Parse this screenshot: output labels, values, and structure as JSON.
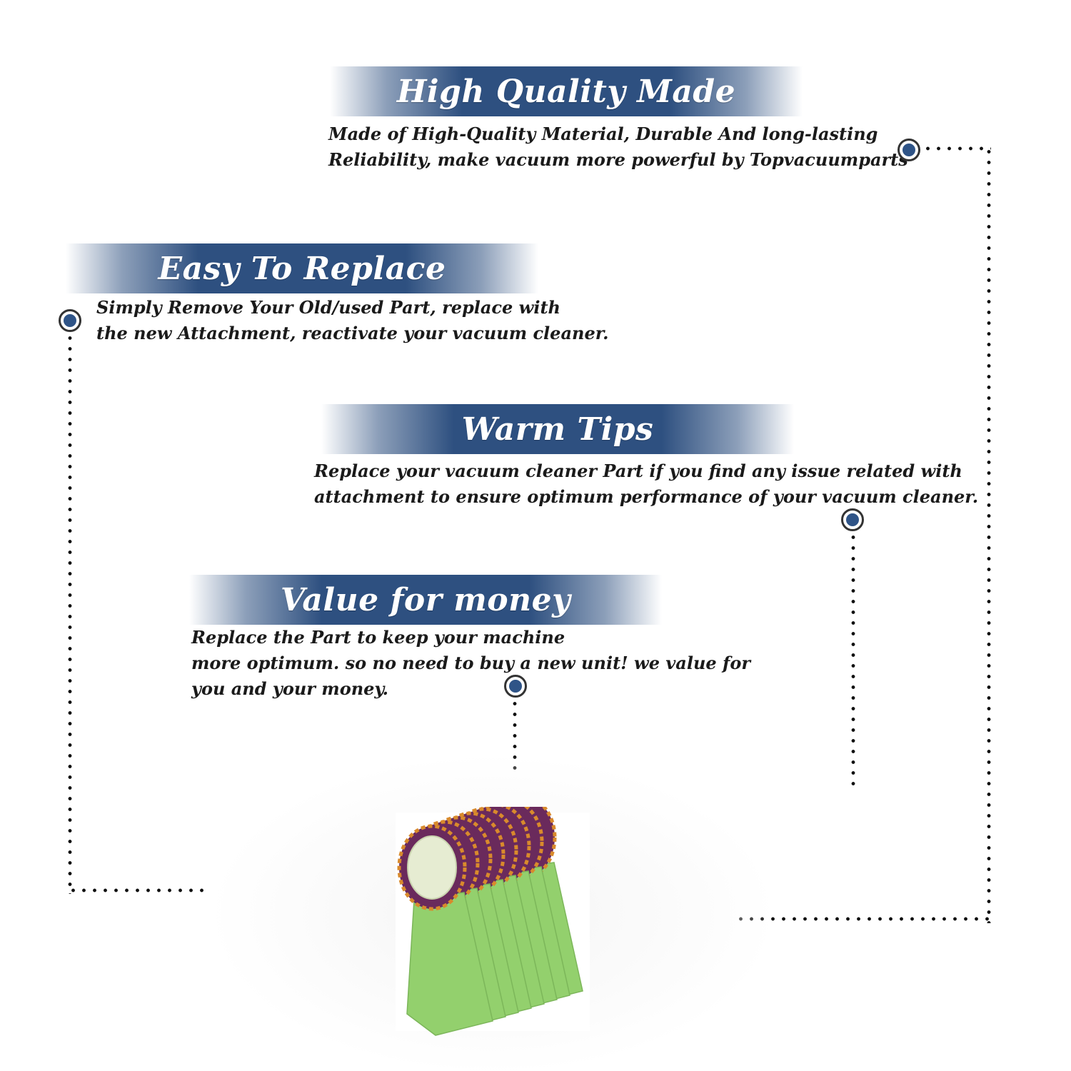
{
  "features": [
    {
      "title": "High Quality Made",
      "lines": [
        "Made of  High-Quality Material, Durable And long-lasting",
        "Reliability, make vacuum more powerful by Topvacuumparts"
      ]
    },
    {
      "title": "Easy To Replace",
      "lines": [
        "Simply Remove Your Old/used Part, replace with",
        "the new Attachment, reactivate your vacuum cleaner."
      ]
    },
    {
      "title": "Warm Tips",
      "lines": [
        "Replace your vacuum cleaner Part if you find any issue related with",
        " attachment to ensure optimum performance of your vacuum cleaner."
      ]
    },
    {
      "title": "Value for money",
      "lines": [
        "Replace the Part to keep your machine",
        "more optimum. so no need to buy a new unit! we value for",
        "you and your money."
      ]
    }
  ],
  "colors": {
    "banner": "#2e5080",
    "marker": "#2f5487",
    "bag_green": "#93d06d",
    "collar_purple": "#6a2a5c",
    "collar_orange": "#d98a2c"
  },
  "product": {
    "icon": "vacuum-bag-stack-image",
    "bag_count": 8
  }
}
